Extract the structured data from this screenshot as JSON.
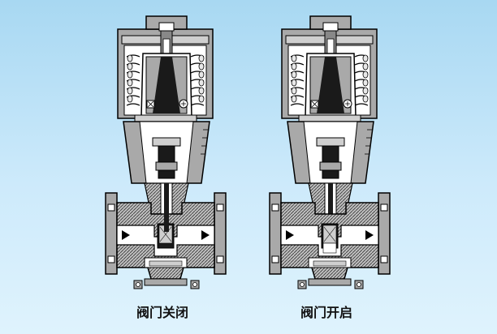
{
  "diagram": {
    "panels": [
      {
        "id": "valve-closed",
        "caption": "阀门关闭",
        "state": "closed"
      },
      {
        "id": "valve-open",
        "caption": "阀门开启",
        "state": "open"
      }
    ]
  },
  "colors": {
    "background_top": "#a8d8f2",
    "background_bottom": "#dff3fd",
    "housing_gray": "#a9a9a9",
    "housing_light": "#cfcfcf",
    "interior_white": "#ffffff",
    "stem_dark": "#1a1a1a",
    "outline": "#000000"
  }
}
